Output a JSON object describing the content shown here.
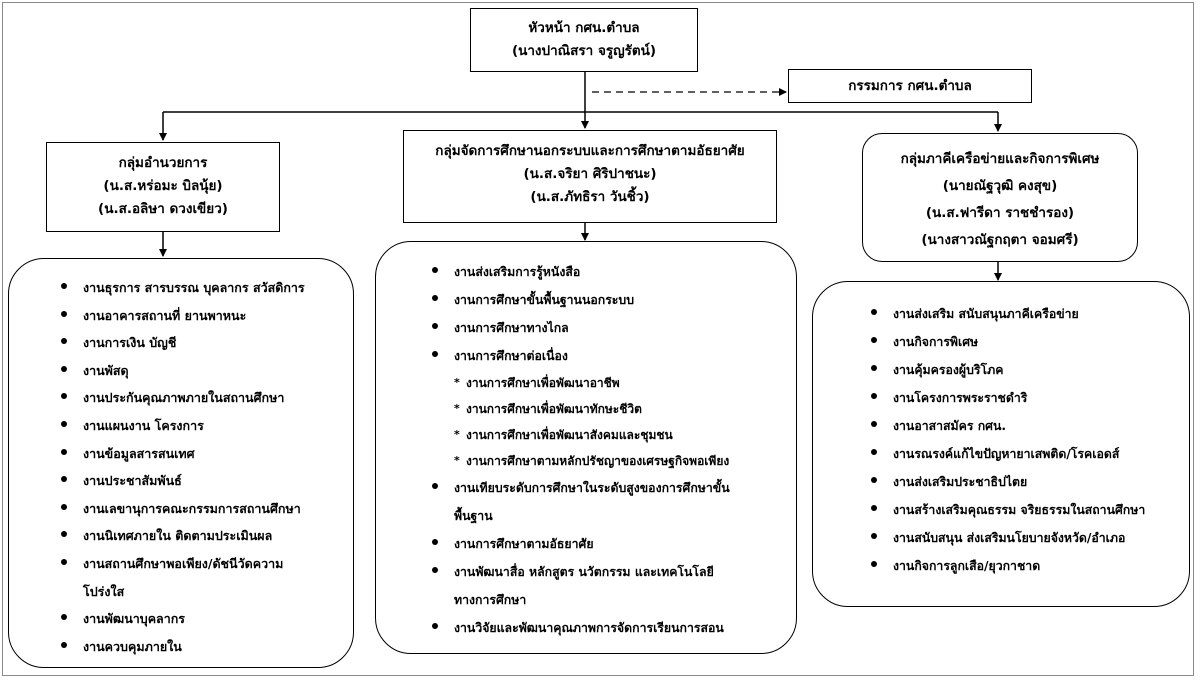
{
  "head": {
    "title": "หัวหน้า กศน.ตำบล",
    "name": "(นางปาณิสรา จรูญรัตน์)"
  },
  "committee": {
    "title": "กรรมการ กศน.ตำบล"
  },
  "groups": {
    "admin": {
      "title": "กลุ่มอำนวยการ",
      "people": [
        "(น.ส.หร่อมะ บิลนุ้ย)",
        "(น.ส.อลิษา ดวงเขียว)"
      ],
      "items": [
        "งานธุรการ สารบรรณ บุคลากร สวัสดิการ",
        "งานอาคารสถานที่ ยานพาหนะ",
        "งานการเงิน บัญชี",
        "งานพัสดุ",
        "งานประกันคุณภาพภายในสถานศึกษา",
        "งานแผนงาน โครงการ",
        "งานข้อมูลสารสนเทศ",
        "งานประชาสัมพันธ์",
        "งานเลขานุการคณะกรรมการสถานศึกษา",
        "งานนิเทศภายใน ติดตามประเมินผล",
        "งานสถานศึกษาพอเพียง/ดัชนีวัดความ",
        "โปร่งใส",
        "งานพัฒนาบุคลากร",
        "งานควบคุมภายใน"
      ]
    },
    "education": {
      "title": "กลุ่มจัดการศึกษานอกระบบและการศึกษาตามอัธยาศัย",
      "people": [
        "(น.ส.จริยา ศิริปาชนะ)",
        "(น.ส.ภัทธิรา วันชิ้ว)"
      ],
      "items": [
        "งานส่งเสริมการรู้หนังสือ",
        "งานการศึกษาขั้นพื้นฐานนอกระบบ",
        "งานการศึกษาทางไกล",
        "งานการศึกษาต่อเนื่อง",
        "งานการศึกษาเพื่อพัฒนาอาชีพ",
        "งานการศึกษาเพื่อพัฒนาทักษะชีวิต",
        "งานการศึกษาเพื่อพัฒนาสังคมและชุมชน",
        "งานการศึกษาตามหลักปรัชญาของเศรษฐกิจพอเพียง",
        "งานเทียบระดับการศึกษาในระดับสูงของการศึกษาขั้น",
        "พื้นฐาน",
        "งานการศึกษาตามอัธยาศัย",
        "งานพัฒนาสื่อ หลักสูตร นวัตกรรม และเทคโนโลยี",
        "ทางการศึกษา",
        "งานวิจัยและพัฒนาคุณภาพการจัดการเรียนการสอน"
      ]
    },
    "network": {
      "title": "กลุ่มภาคีเครือข่ายและกิจการพิเศษ",
      "people": [
        "(นายณัฐวุฒิ คงสุข)",
        "(น.ส.ฟารีดา ราชชำรอง)",
        "(นางสาวณัฐกฤตา จอมศรี)"
      ],
      "items": [
        "งานส่งเสริม สนับสนุนภาคีเครือข่าย",
        "งานกิจการพิเศษ",
        "งานคุ้มครองผู้บริโภค",
        "งานโครงการพระราชดำริ",
        "งานอาสาสมัคร กศน.",
        "งานรณรงค์แก้ไขปัญหายาเสพติด/โรคเอดส์",
        "งานส่งเสริมประชาธิปไตย",
        "งานสร้างเสริมคุณธรรม จริยธรรมในสถานศึกษา",
        "งานสนับสนุน ส่งเสริมนโยบายจังหวัด/อำเภอ",
        "งานกิจการลูกเสือ/ยุวกาชาด"
      ]
    }
  }
}
